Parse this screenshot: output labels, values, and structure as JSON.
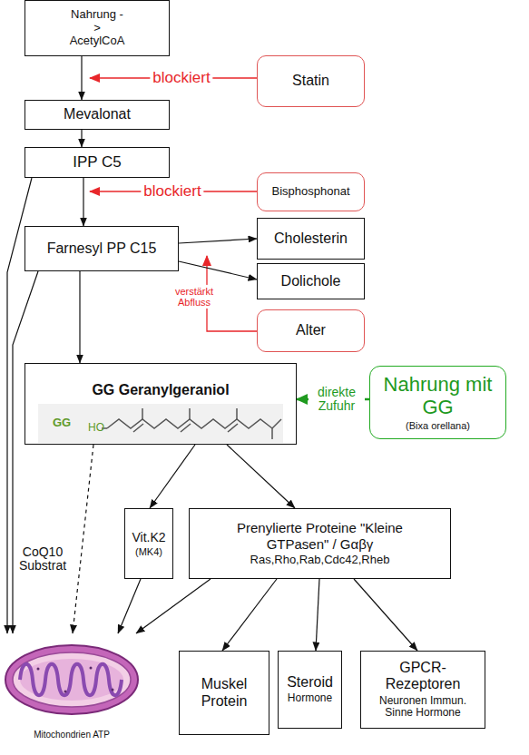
{
  "diagram": {
    "nodes": [
      {
        "text": [
          "Nahrung -> AcetylCoA"
        ]
      },
      {
        "text": [
          "Statin"
        ]
      },
      {
        "text": [
          "Mevalonat"
        ]
      },
      {
        "text": [
          "IPP C5"
        ]
      },
      {
        "text": [
          "Bisphosphonat"
        ]
      },
      {
        "text": [
          "Farnesyl PP C15"
        ]
      },
      {
        "text": [
          "Cholesterin"
        ]
      },
      {
        "text": [
          "Dolichole"
        ]
      },
      {
        "text": [
          "Alter"
        ]
      },
      {
        "text": [
          "GG Geranylgeraniol"
        ]
      },
      {
        "text": [
          "Nahrung mit GG",
          "(Bixa orellana)"
        ]
      },
      {
        "text": [
          "Vit.K2",
          "(MK4)"
        ]
      },
      {
        "text": [
          "Prenylierte Proteine \"Kleine GTPasen\" / Gαβγ",
          "Ras,Rho,Rab,Cdc42,Rheb"
        ]
      },
      {
        "text": [
          "Mitochondrien ATP"
        ]
      },
      {
        "text": [
          "Muskel Protein"
        ]
      },
      {
        "text": [
          "Steroid",
          "Hormone"
        ]
      },
      {
        "text": [
          "GPCR-Rezeptoren",
          "Neuronen Immun. Sinne Hormone"
        ]
      }
    ],
    "edges": [
      {
        "from": 0,
        "to": 2,
        "arrow": "to"
      },
      {
        "from": 2,
        "to": 3,
        "arrow": "to"
      },
      {
        "from": 3,
        "to": 5,
        "arrow": "to"
      },
      {
        "from": 3,
        "to": 13,
        "arrow": "to"
      },
      {
        "from": 5,
        "to": 6,
        "arrow": "to"
      },
      {
        "from": 5,
        "to": 7,
        "arrow": "to"
      },
      {
        "from": 5,
        "to": 9,
        "arrow": "to"
      },
      {
        "from": 5,
        "to": 13,
        "arrow": "to"
      },
      {
        "from": 10,
        "to": 9,
        "label": "direkte Zufuhr",
        "arrow": "to"
      },
      {
        "from": 9,
        "to": 13,
        "arrow": "to"
      },
      {
        "from": 9,
        "to": 11,
        "arrow": "to"
      },
      {
        "from": 9,
        "to": 12,
        "arrow": "to"
      },
      {
        "from": 11,
        "to": 13,
        "arrow": "to"
      },
      {
        "from": 12,
        "to": 13,
        "arrow": "to"
      },
      {
        "from": 12,
        "to": 14,
        "arrow": "to"
      },
      {
        "from": 12,
        "to": 15,
        "arrow": "to"
      },
      {
        "from": 12,
        "to": 16,
        "arrow": "to"
      }
    ],
    "labels": [
      "blockiert",
      "blockiert",
      "verstärkt Abfluss",
      "GG",
      "HO",
      "CoQ10 Substrat"
    ]
  }
}
